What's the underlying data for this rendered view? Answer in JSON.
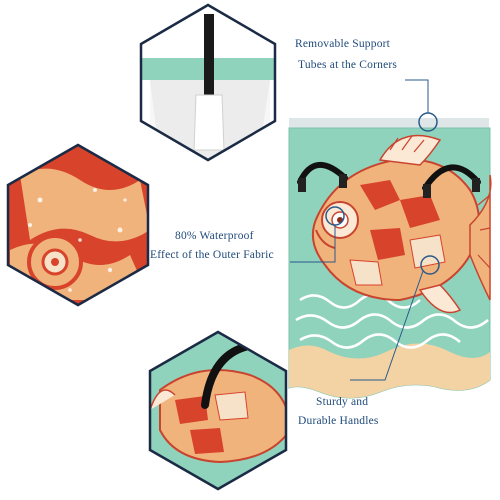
{
  "callouts": [
    {
      "line1": "Removable Support",
      "line2": "Tubes at the Corners"
    },
    {
      "line1": "80% Waterproof",
      "line2": "Effect of the Outer Fabric"
    },
    {
      "line1": "Sturdy and",
      "line2": "Durable Handles"
    }
  ],
  "colors": {
    "leader_line": "#2a5a8a",
    "hex_border": "#1b2a45",
    "basket_mint": "#8fd3bd",
    "fish_red": "#d8432b",
    "fish_orange": "#f0b37c",
    "sand": "#f3d3a4"
  }
}
